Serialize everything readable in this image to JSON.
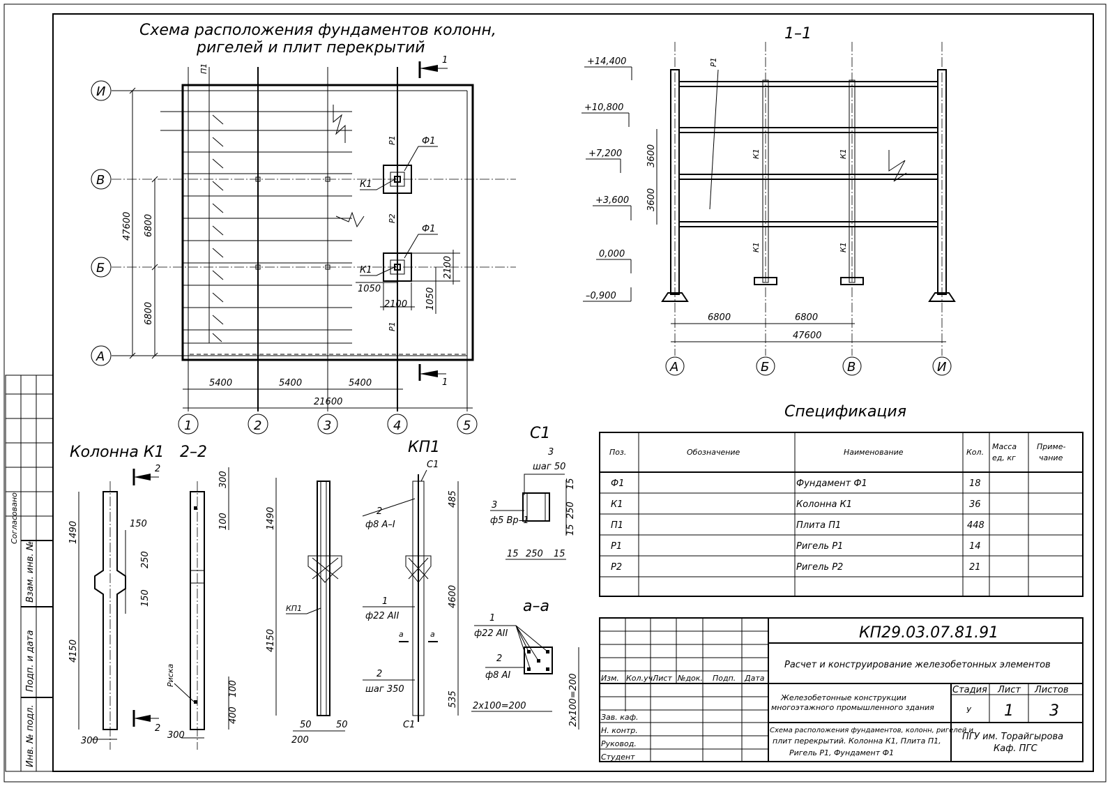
{
  "plan": {
    "title_line1": "Схема расположения фундаментов колонн,",
    "title_line2": "ригелей и плит перекрытий",
    "axes_rows": [
      "И",
      "В",
      "Б",
      "А"
    ],
    "axes_cols": [
      "1",
      "2",
      "3",
      "4",
      "5"
    ],
    "section_mark": "1",
    "dims_bottom": [
      "5400",
      "5400",
      "5400"
    ],
    "dim_total": "21600",
    "dims_left": [
      "6800",
      "6800"
    ],
    "dim_left_total": "47600",
    "labels": {
      "p1": "П1",
      "r1_top": "Р1",
      "r2": "Р2",
      "r1_bot": "Р1",
      "f1_top": "Ф1",
      "f1_bot": "Ф1",
      "k1_top": "К1",
      "k1_bot": "К1"
    },
    "dim_1050_h": "1050",
    "dim_2100_h": "2100",
    "dim_2100_v": "2100",
    "dim_1050_v": "1050"
  },
  "section11": {
    "title": "1–1",
    "levels": [
      "+14,400",
      "+10,800",
      "+7,200",
      "+3,600",
      "0,000",
      "–0,900"
    ],
    "dims_v": [
      "3600",
      "3600"
    ],
    "dims_h": [
      "6800",
      "6800"
    ],
    "dim_total": "47600",
    "axes": [
      "А",
      "Б",
      "В",
      "И"
    ],
    "labels": {
      "r1": "Р1",
      "k1a": "К1",
      "k1b": "К1",
      "k1c": "К1",
      "k1d": "К1"
    }
  },
  "spec": {
    "title": "Спецификация",
    "headers": [
      "Поз.",
      "Обозначение",
      "Наименование",
      "Кол.",
      "Масса ед, кг",
      "Приме- чание"
    ],
    "header_mass_1": "Масса",
    "header_mass_2": "ед, кг",
    "header_note_1": "Приме-",
    "header_note_2": "чание",
    "rows": [
      {
        "pos": "Ф1",
        "name": "Фундамент Ф1",
        "qty": "18"
      },
      {
        "pos": "К1",
        "name": "Колонна К1",
        "qty": "36"
      },
      {
        "pos": "П1",
        "name": "Плита П1",
        "qty": "448"
      },
      {
        "pos": "Р1",
        "name": "Ригель Р1",
        "qty": "14"
      },
      {
        "pos": "Р2",
        "name": "Ригель Р2",
        "qty": "21"
      }
    ]
  },
  "column": {
    "title": "Колонна К1",
    "section_title": "2–2",
    "section_mark": "2",
    "dims": {
      "d1490": "1490",
      "d4150": "4150",
      "d150a": "150",
      "d250": "250",
      "d150b": "150",
      "d300b": "300",
      "d300t": "300",
      "d100t": "100",
      "d100b": "100",
      "d400": "400",
      "d300r": "300"
    },
    "riska": "Риска"
  },
  "kp1": {
    "title": "КП1",
    "c1_top": "С1",
    "c1_bot": "С1",
    "label_kp1": "КП1",
    "bar2_num": "2",
    "bar2": "ф8 А–I",
    "bar1_num": "1",
    "bar1": "ф22 АII",
    "step_num": "2",
    "step": "шаг 350",
    "aa": "а",
    "dims": {
      "d1490": "1490",
      "d4150": "4150",
      "d485": "485",
      "d4600": "4600",
      "d535": "535",
      "d50a": "50",
      "d50b": "50",
      "d200": "200"
    }
  },
  "c1": {
    "title": "С1",
    "num3a": "3",
    "step": "шаг 50",
    "num3b": "3",
    "bar": "ф5 Вр–1",
    "dims": {
      "d15a": "15",
      "d250v": "250",
      "d15b": "15",
      "d15c": "15",
      "d250h": "250",
      "d15d": "15"
    }
  },
  "aa": {
    "title": "а–а",
    "num1": "1",
    "bar1": "ф22 АII",
    "num2": "2",
    "bar2": "ф8 АI",
    "dim_h": "2х100=200",
    "dim_v": "2х100=200"
  },
  "stamp": {
    "code": "КП29.03.07.81.91",
    "subject": "Расчет и конструирование железобетонных элементов",
    "cols": [
      "Изм.",
      "Кол.уч.",
      "Лист",
      "№док.",
      "Подп.",
      "Дата"
    ],
    "building_1": "Железобетонные конструкции",
    "building_2": "многоэтажного промышленного здания",
    "stage_h": "Стадия",
    "sheet_h": "Лист",
    "sheets_h": "Листов",
    "stage": "У",
    "sheet": "1",
    "sheets": "3",
    "roles": [
      "Зав. каф.",
      "Н. контр.",
      "Руковод.",
      "Студент"
    ],
    "desc_1": "Схема расположения фундаментов, колонн, ригелей и",
    "desc_2": "плит перекрытий. Колонна К1, Плита П1,",
    "desc_3": "Ригель Р1, Фундамент Ф1",
    "org_1": "ПГУ им. Торайгырова",
    "org_2": "Каф. ПГС"
  },
  "side": {
    "agreed": "Согласовано",
    "inv_vzam": "Взам. инв. №",
    "sign_date": "Подп. и дата",
    "inv_podl": "Инв. № подл."
  }
}
